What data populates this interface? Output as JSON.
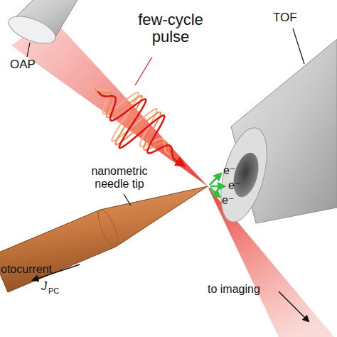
{
  "diagram": {
    "labels": [
      "OAP",
      "few-cycle pulse",
      "TOF",
      "nanometric needle tip",
      "e⁻",
      "e⁻",
      "e⁻",
      "otocurrent",
      "J",
      "PC",
      "to imaging"
    ]
  }
}
